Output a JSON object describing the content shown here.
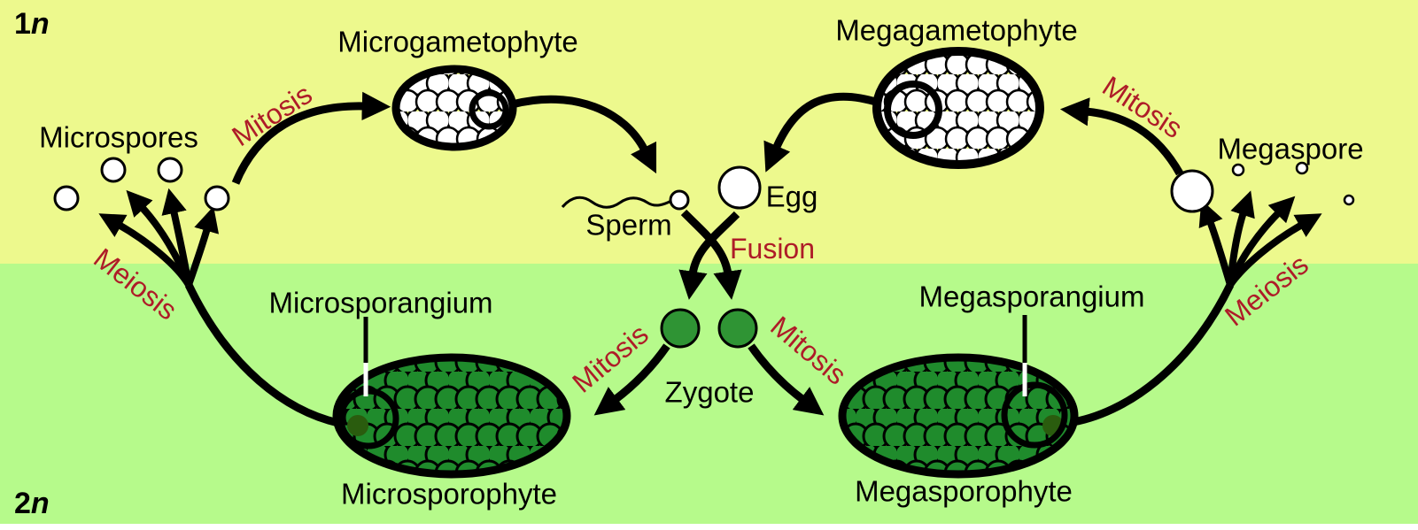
{
  "labels": {
    "ploidy_haploid": {
      "number": "1",
      "letter": "n"
    },
    "ploidy_diploid": {
      "number": "2",
      "letter": "n"
    },
    "microspores": "Microspores",
    "microgametophyte": "Microgametophyte",
    "megagametophyte": "Megagametophyte",
    "megaspore": "Megaspore",
    "sperm": "Sperm",
    "egg": "Egg",
    "fusion": "Fusion",
    "zygote": "Zygote",
    "microsporangium": "Microsporangium",
    "megasporangium": "Megasporangium",
    "microsporophyte": "Microsporophyte",
    "megasporophyte": "Megasporophyte",
    "mitosis_top_left": "Mitosis",
    "mitosis_top_right": "Mitosis",
    "mitosis_zygote_left": "Mitosis",
    "mitosis_zygote_right": "Mitosis",
    "meiosis_left": "Meiosis",
    "meiosis_right": "Meiosis"
  },
  "colors": {
    "haploid_background": "#edf98d",
    "diploid_background": "#b6fa8b",
    "process_label_red": "#ae1c28",
    "cell_green": "#1f8b2c",
    "sporophyte_olive": "#80992b",
    "zygote_green": "#2f9434",
    "sporangium_dark_spot": "#2a5c0e",
    "outline_black": "#000000",
    "cell_white": "#ffffff"
  }
}
